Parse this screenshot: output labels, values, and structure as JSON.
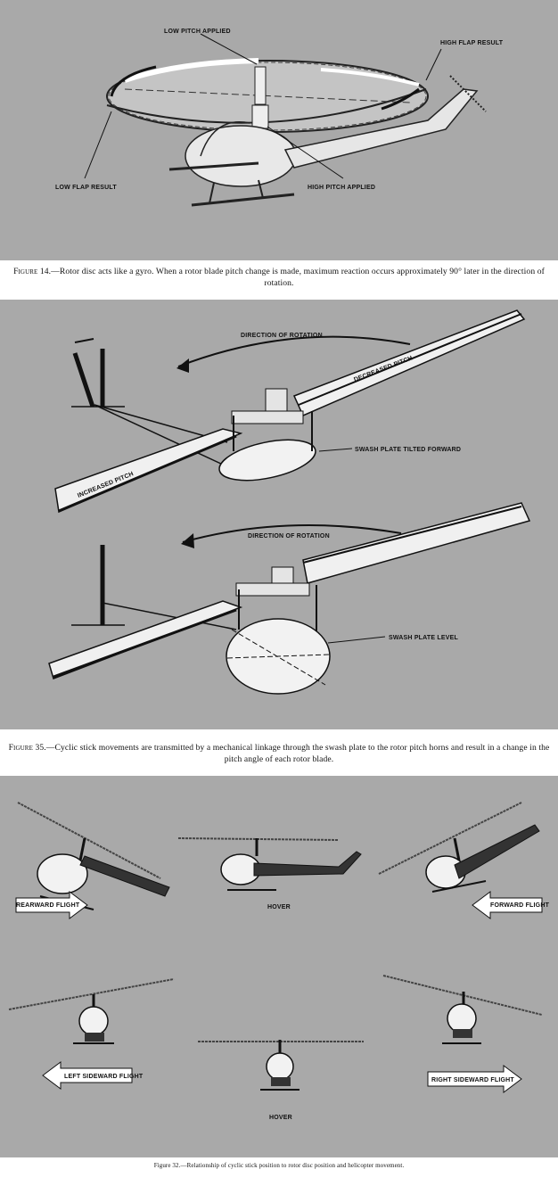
{
  "figure14": {
    "labels": {
      "low_pitch": "LOW PITCH APPLIED",
      "high_flap": "HIGH FLAP RESULT",
      "low_flap": "LOW FLAP RESULT",
      "high_pitch": "HIGH PITCH APPLIED"
    },
    "caption_prefix": "Figure",
    "caption_text": "14.—Rotor disc acts like a gyro.  When a rotor blade pitch change is made, maximum reaction occurs approximately 90° later in the direction of rotation."
  },
  "figure35": {
    "labels": {
      "direction_top": "DIRECTION OF ROTATION",
      "decreased_pitch": "DECREASED PITCH",
      "increased_pitch": "INCREASED PITCH",
      "swash_tilted": "SWASH PLATE TILTED FORWARD",
      "direction_bottom": "DIRECTION OF ROTATION",
      "swash_level": "SWASH PLATE LEVEL"
    },
    "caption_prefix": "Figure",
    "caption_text": "35.—Cyclic stick movements are transmitted by a mechanical linkage through the swash plate to the rotor pitch horns and result in a change in the pitch angle of each rotor blade."
  },
  "figure32": {
    "labels": {
      "rearward": "REARWARD FLIGHT",
      "hover_top": "HOVER",
      "forward": "FORWARD FLIGHT",
      "left_sideward": "LEFT SIDEWARD FLIGHT",
      "hover_bottom": "HOVER",
      "right_sideward": "RIGHT SIDEWARD FLIGHT"
    },
    "caption": "Figure 32.—Relationship of cyclic stick position to rotor disc position and helicopter movement."
  }
}
